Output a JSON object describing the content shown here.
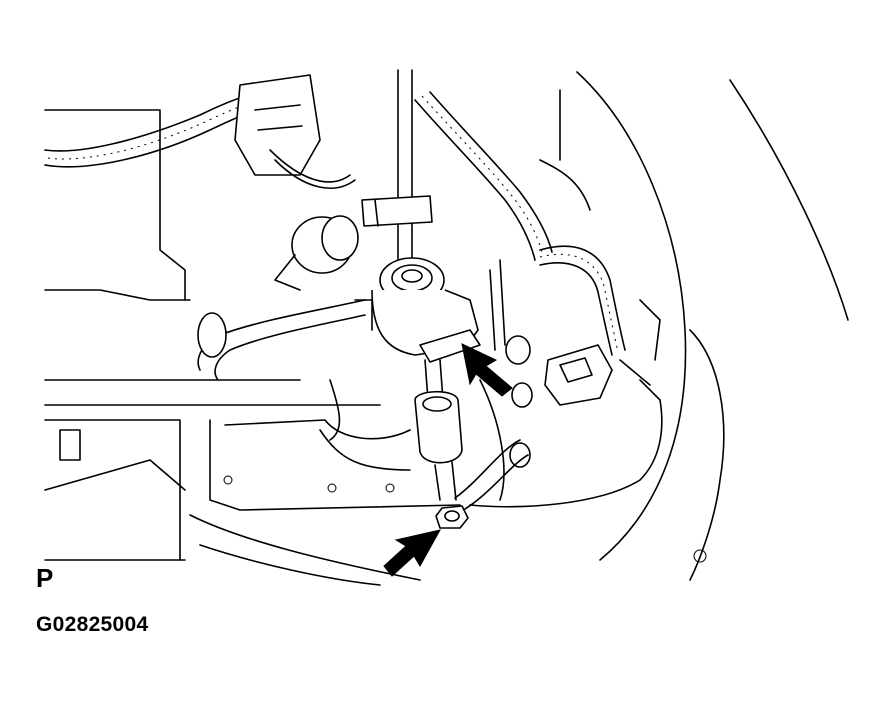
{
  "figure": {
    "view_label": "P",
    "code": "G02825004"
  },
  "arrows": [
    {
      "id": "upper",
      "target": "shift-lever-clip"
    },
    {
      "id": "lower",
      "target": "bracket-bolt"
    }
  ],
  "colors": {
    "ink": "#000000",
    "paper": "#ffffff"
  }
}
